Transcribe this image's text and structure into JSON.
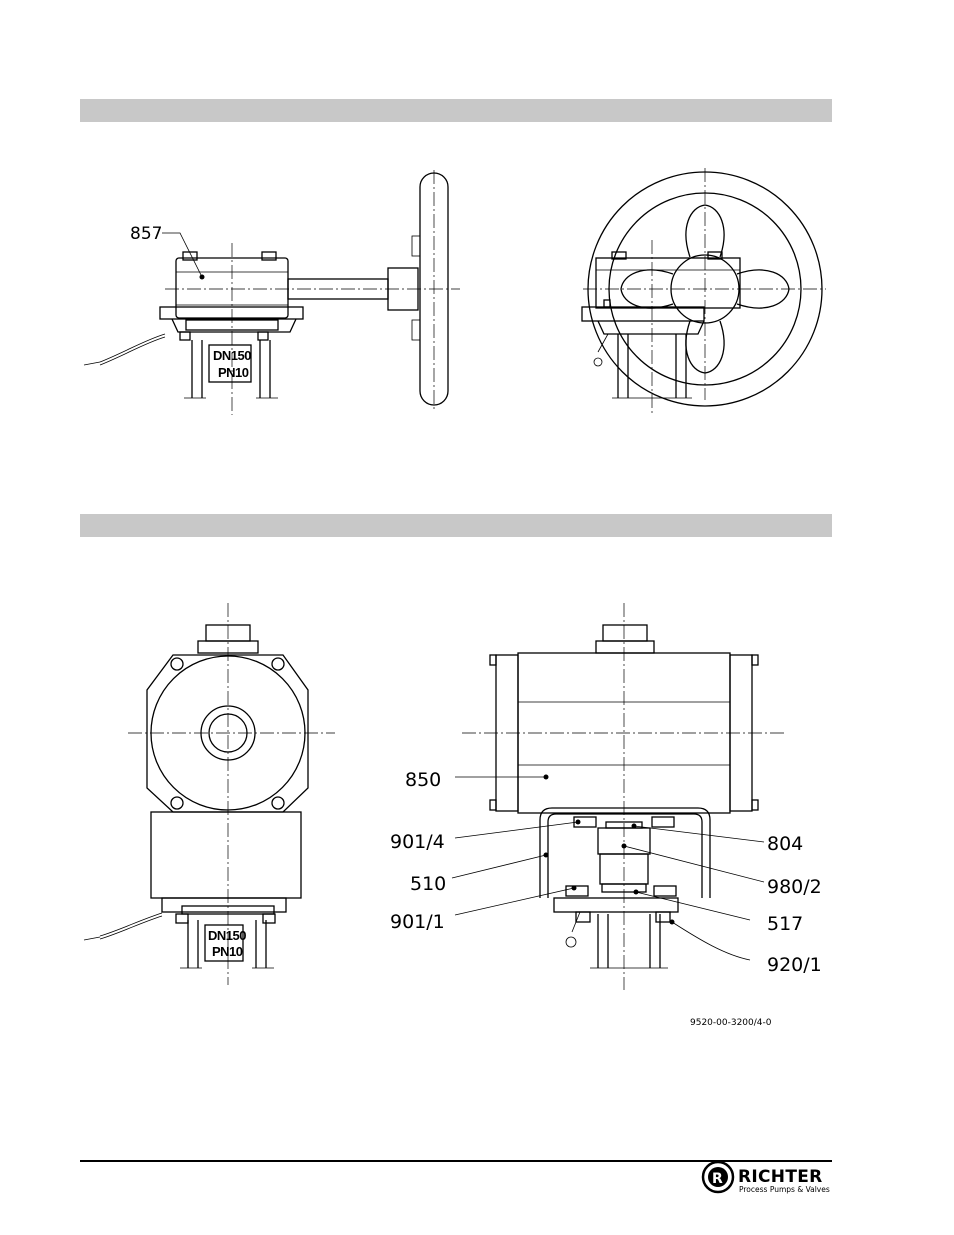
{
  "section_bands": [
    {
      "label": ""
    },
    {
      "label": ""
    }
  ],
  "top_views": {
    "labels": {
      "part_857": "857",
      "plate_line1": "DN150",
      "plate_line2": "PN10"
    }
  },
  "bottom_views": {
    "labels": {
      "plate_line1": "DN150",
      "plate_line2": "PN10",
      "part_850": "850",
      "part_901_4": "901/4",
      "part_510": "510",
      "part_901_1": "901/1",
      "part_804": "804",
      "part_980_2": "980/2",
      "part_517": "517",
      "part_920_1": "920/1"
    },
    "drawing_number": "9520-00-3200/4-0"
  },
  "footer": {
    "logo_name": "RICHTER",
    "logo_tagline": "Process Pumps & Valves",
    "logo_mark": "R"
  }
}
